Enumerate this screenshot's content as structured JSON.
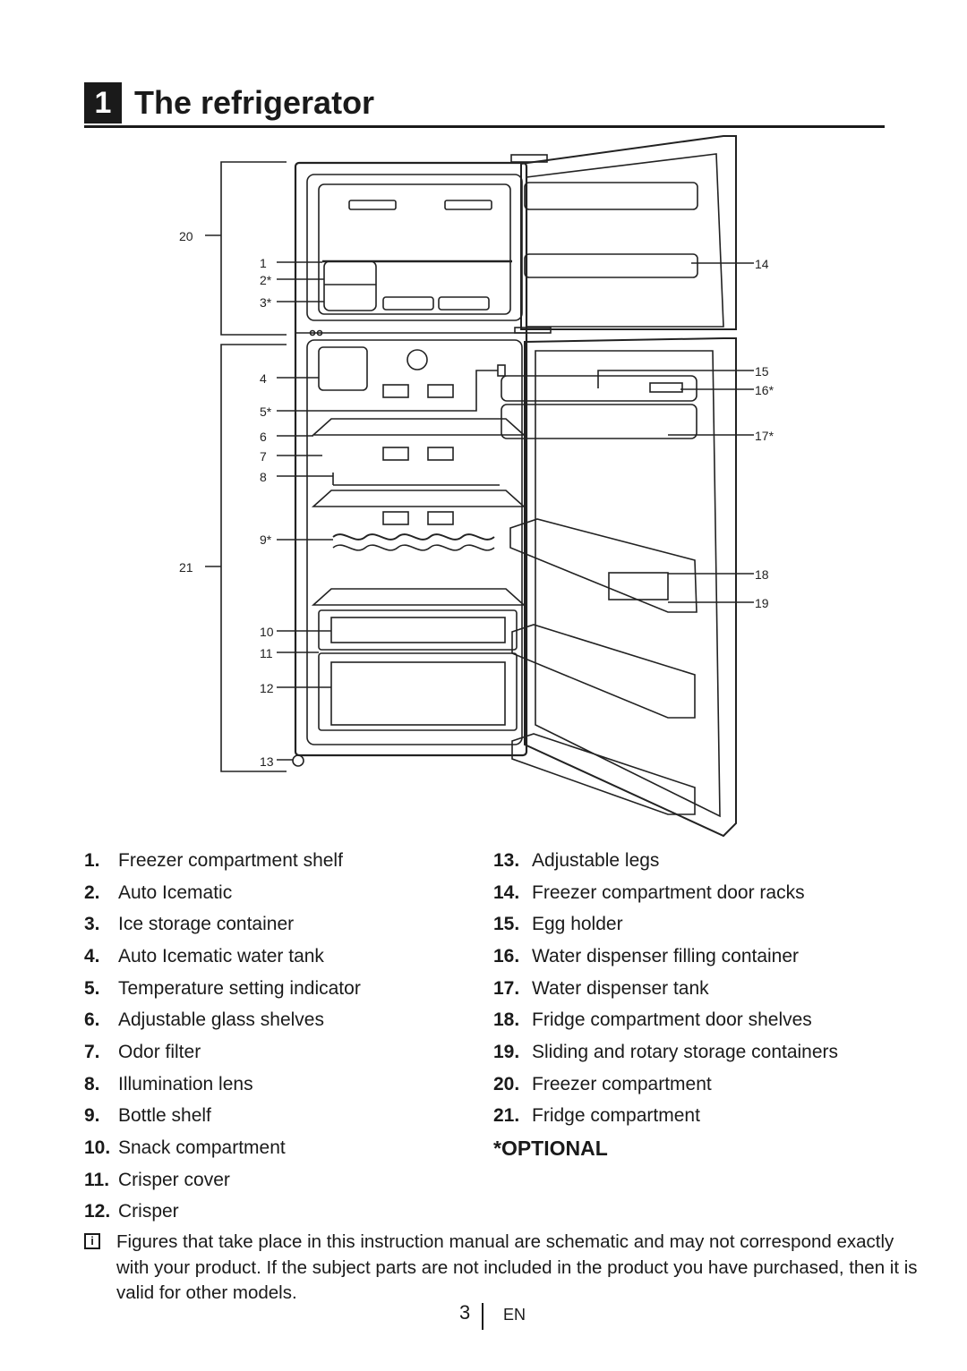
{
  "section": {
    "number": "1",
    "title": "The refrigerator"
  },
  "callouts": {
    "c1": "1",
    "c2": "2*",
    "c3": "3*",
    "c4": "4",
    "c5": "5*",
    "c6": "6",
    "c7": "7",
    "c8": "8",
    "c9": "9*",
    "c10": "10",
    "c11": "11",
    "c12": "12",
    "c13": "13",
    "c14": "14",
    "c15": "15",
    "c16": "16*",
    "c17": "17*",
    "c18": "18",
    "c19": "19",
    "c20": "20",
    "c21": "21"
  },
  "legend_left": [
    {
      "num": "1.",
      "label": "Freezer compartment shelf"
    },
    {
      "num": "2.",
      "label": "Auto Icematic"
    },
    {
      "num": "3.",
      "label": "Ice storage container"
    },
    {
      "num": "4.",
      "label": "Auto Icematic water tank"
    },
    {
      "num": "5.",
      "label": "Temperature setting indicator"
    },
    {
      "num": "6.",
      "label": "Adjustable glass shelves"
    },
    {
      "num": "7.",
      "label": "Odor filter"
    },
    {
      "num": "8.",
      "label": "Illumination lens"
    },
    {
      "num": "9.",
      "label": "Bottle shelf"
    },
    {
      "num": "10.",
      "label": "Snack compartment"
    },
    {
      "num": "11.",
      "label": "Crisper cover"
    },
    {
      "num": "12.",
      "label": "Crisper"
    }
  ],
  "legend_right": [
    {
      "num": "13.",
      "label": "Adjustable legs"
    },
    {
      "num": "14.",
      "label": "Freezer compartment door racks"
    },
    {
      "num": "15.",
      "label": "Egg holder"
    },
    {
      "num": "16.",
      "label": "Water dispenser filling container"
    },
    {
      "num": "17.",
      "label": "Water dispenser tank"
    },
    {
      "num": "18.",
      "label": "Fridge compartment door shelves"
    },
    {
      "num": "19.",
      "label": "Sliding and rotary storage containers"
    },
    {
      "num": "20.",
      "label": "Freezer compartment"
    },
    {
      "num": "21.",
      "label": "Fridge compartment"
    }
  ],
  "optional_label": "*OPTIONAL",
  "note": {
    "icon": "info-icon",
    "text": "Figures that take place in this instruction manual are schematic and may not correspond exactly with your product. If the subject parts are not included in the product you have purchased, then it is valid for other models."
  },
  "footer": {
    "page": "3",
    "lang": "EN"
  }
}
